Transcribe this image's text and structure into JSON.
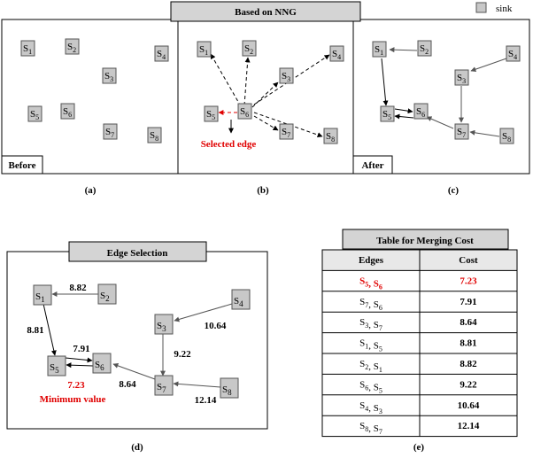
{
  "legend": {
    "sink_label": "sink"
  },
  "banner_nng": "Based on NNG",
  "panel_a": {
    "tag": "Before",
    "caption": "(a)"
  },
  "panel_b": {
    "caption": "(b)",
    "selected_label": "Selected edge"
  },
  "panel_c": {
    "tag": "After",
    "caption": "(c)"
  },
  "panel_d": {
    "title": "Edge Selection",
    "caption": "(d)",
    "min_label": "Minimum value",
    "weights": {
      "s2_s1": "8.82",
      "s1_s5": "8.81",
      "s5_s6_top": "7.91",
      "s5_s6_bottom": "7.23",
      "s4_s3": "10.64",
      "s3_s7": "9.22",
      "s7_s6": "8.64",
      "s8_s7": "12.14"
    }
  },
  "panel_e": {
    "title": "Table for Merging Cost",
    "caption": "(e)",
    "headers": [
      "Edges",
      "Cost"
    ],
    "rows": [
      {
        "a": "5",
        "b": "6",
        "cost": "7.23",
        "highlight": true
      },
      {
        "a": "7",
        "b": "6",
        "cost": "7.91",
        "highlight": false
      },
      {
        "a": "3",
        "b": "7",
        "cost": "8.64",
        "highlight": false
      },
      {
        "a": "1",
        "b": "5",
        "cost": "8.81",
        "highlight": false
      },
      {
        "a": "2",
        "b": "1",
        "cost": "8.82",
        "highlight": false
      },
      {
        "a": "6",
        "b": "5",
        "cost": "9.22",
        "highlight": false
      },
      {
        "a": "4",
        "b": "3",
        "cost": "10.64",
        "highlight": false
      },
      {
        "a": "8",
        "b": "7",
        "cost": "12.14",
        "highlight": false
      }
    ]
  },
  "nodes": {
    "prefix": "S",
    "ids": [
      "1",
      "2",
      "3",
      "4",
      "5",
      "6",
      "7",
      "8"
    ]
  },
  "colors": {
    "node_fill": "#c8c8c8",
    "banner_fill": "#d4d4d4",
    "highlight": "#e00000"
  }
}
